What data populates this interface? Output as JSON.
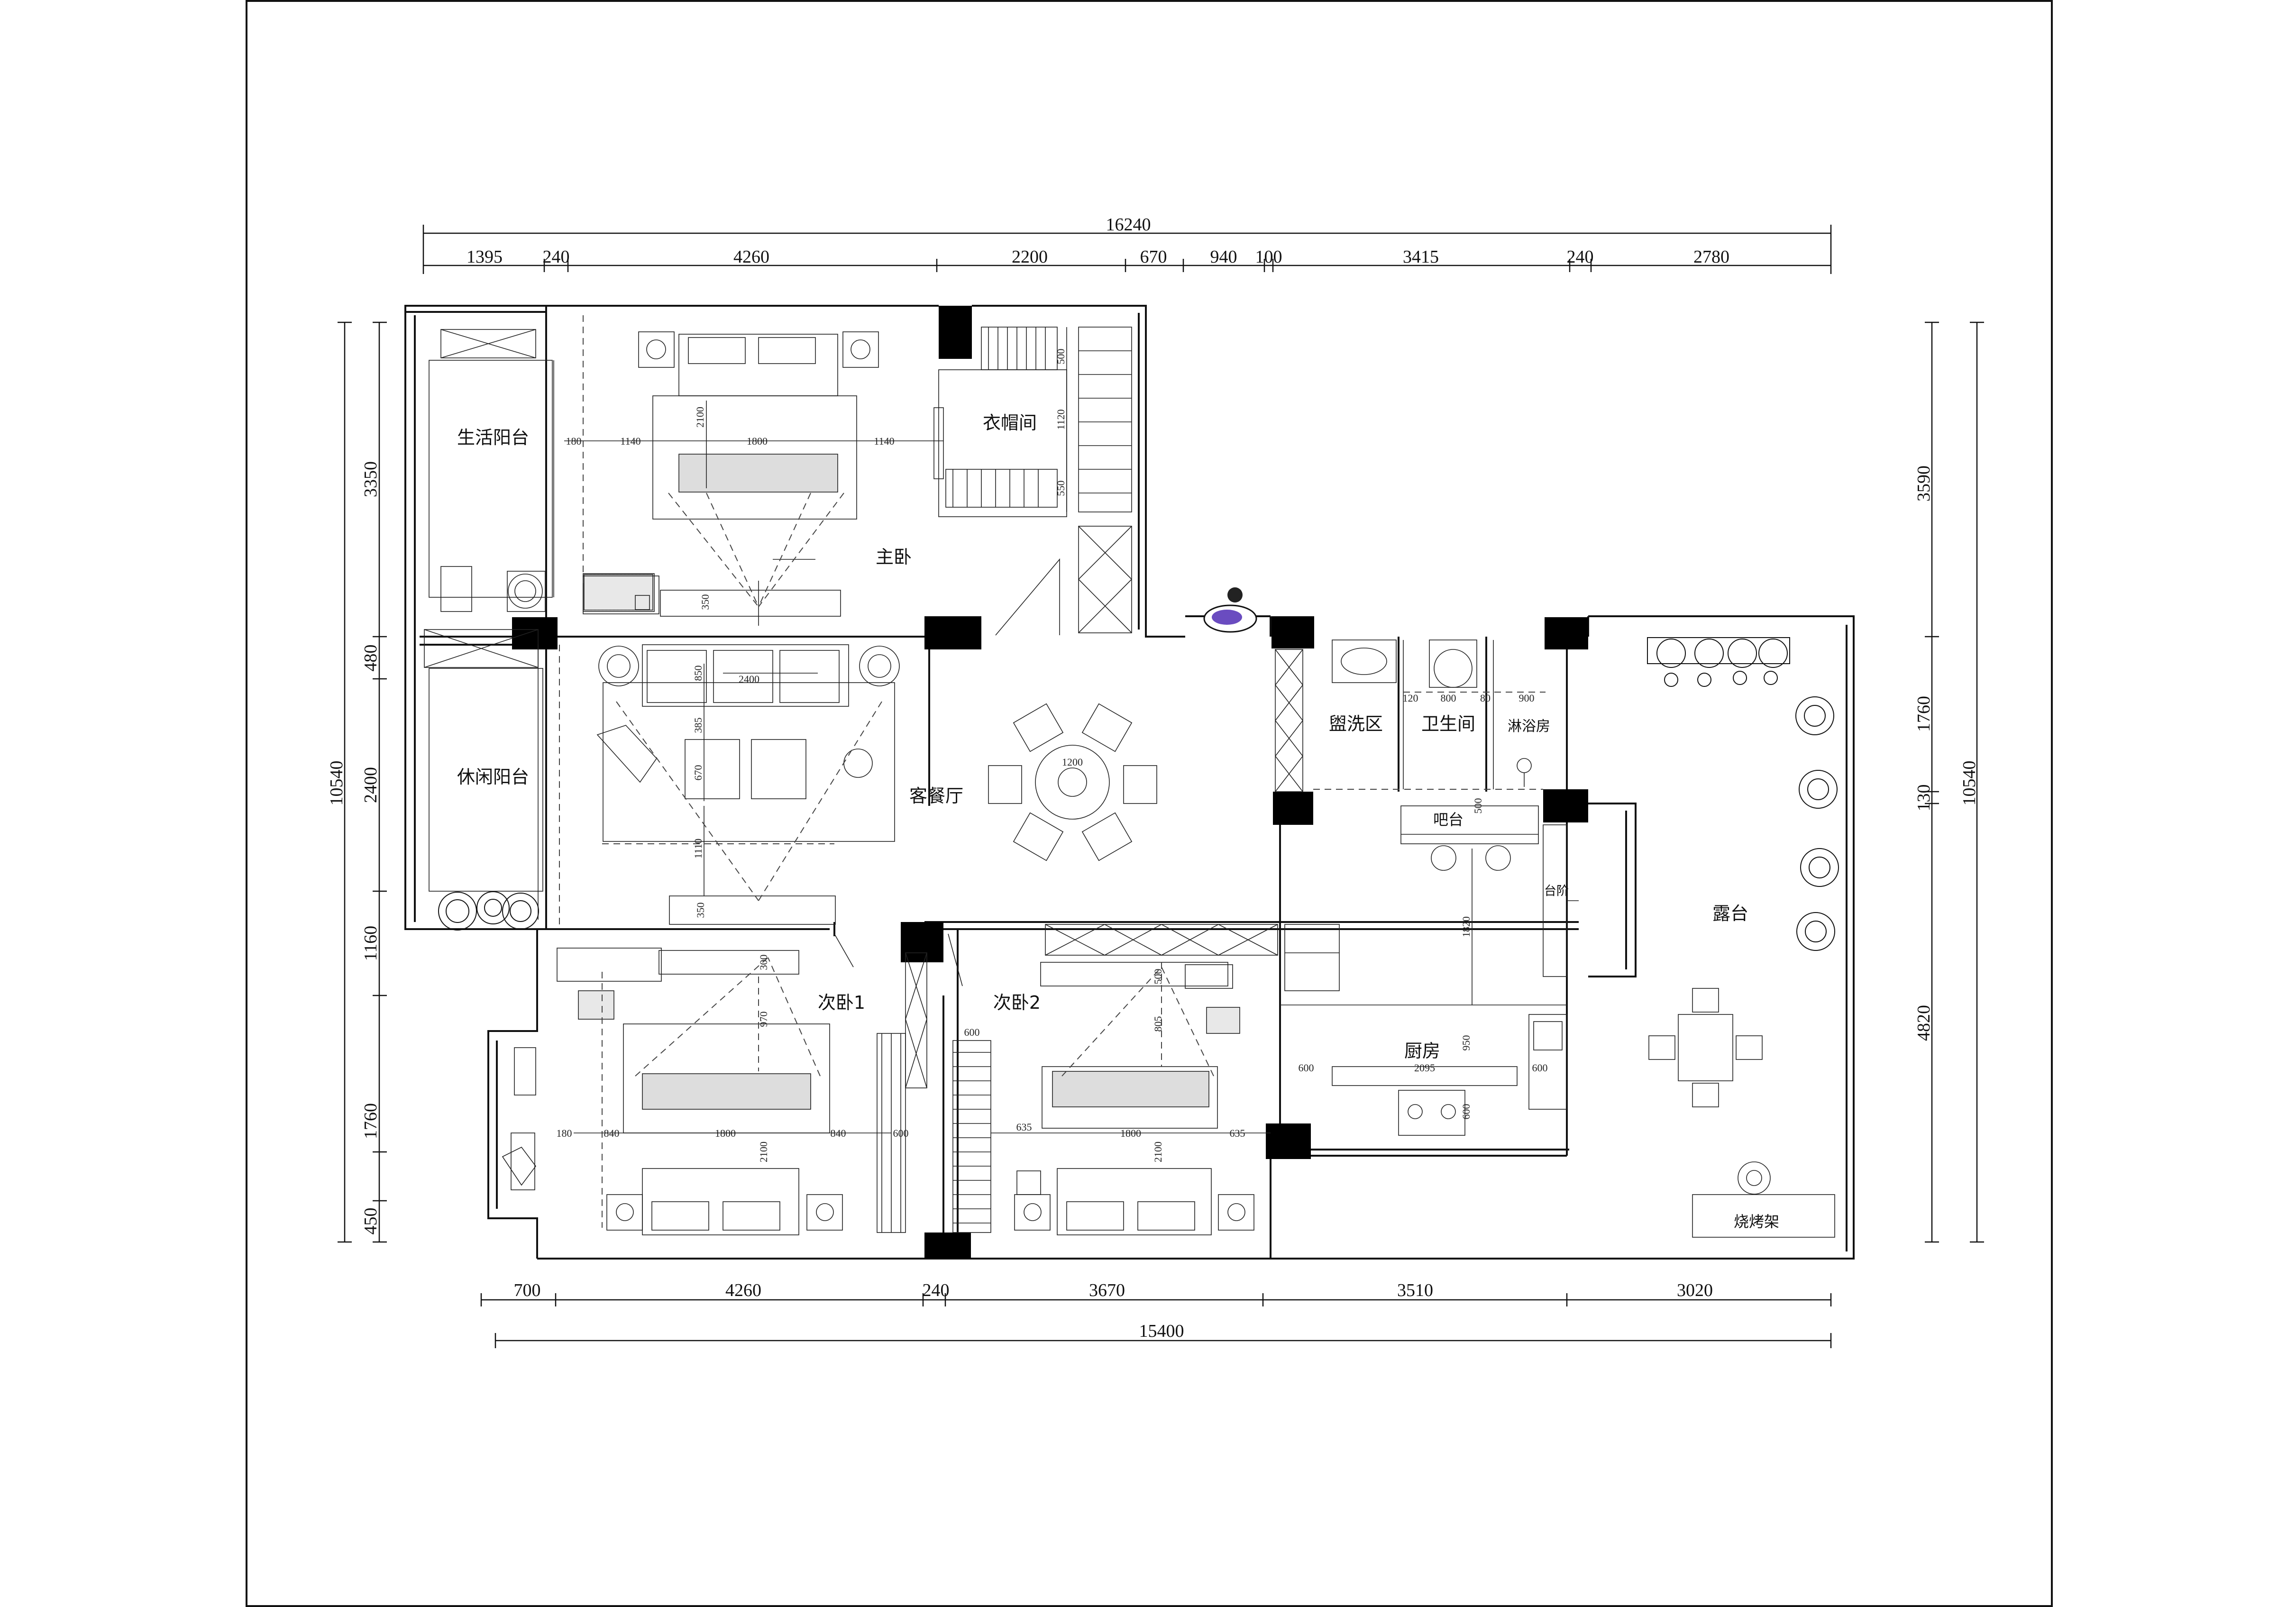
{
  "dimensions": {
    "top_total": "16240",
    "top_segments": [
      "1395",
      "240",
      "4260",
      "2200",
      "670",
      "940",
      "100",
      "3415",
      "240",
      "2780"
    ],
    "bottom_total": "15400",
    "bottom_segments": [
      "700",
      "4260",
      "240",
      "3670",
      "3510",
      "3020"
    ],
    "left_total": "10540",
    "left_segments": [
      "3350",
      "480",
      "2400",
      "1160",
      "1760",
      "450"
    ],
    "right_total": "10540",
    "right_segments": [
      "3590",
      "1760",
      "130",
      "4820"
    ]
  },
  "rooms": {
    "living_balcony": "生活阳台",
    "leisure_balcony": "休闲阳台",
    "master_bedroom": "主卧",
    "cloakroom": "衣帽间",
    "living_dining": "客餐厅",
    "wash_area": "盥洗区",
    "toilet": "卫生间",
    "shower": "淋浴房",
    "bar": "吧台",
    "steps": "台阶",
    "terrace": "露台",
    "second_bedroom_1": "次卧1",
    "second_bedroom_2": "次卧2",
    "kitchen": "厨房",
    "bbq_rack": "烧烤架"
  },
  "inner_dims": {
    "m_180": "180",
    "m_1140a": "1140",
    "m_1800": "1800",
    "m_1140b": "1140",
    "m_2100": "2100",
    "m_350": "350",
    "c_500": "500",
    "c_1120": "1120",
    "c_550": "550",
    "l_2400": "2400",
    "l_850": "850",
    "l_385": "385",
    "l_670": "670",
    "l_1110": "1110",
    "l_350": "350",
    "t_1200": "1200",
    "b1_180": "180",
    "b1_840a": "840",
    "b1_1800": "1800",
    "b1_840b": "840",
    "b1_2100": "2100",
    "b1_970": "970",
    "b1_300": "300",
    "b1_600": "600",
    "b2_600": "600",
    "b2_635a": "635",
    "b2_1800": "1800",
    "b2_635b": "635",
    "b2_2100": "2100",
    "b2_805": "805",
    "b2_500": "500",
    "r_120": "120",
    "r_800": "800",
    "r_80": "80",
    "r_900": "900",
    "r_500": "500",
    "r_1820": "1820",
    "k_600a": "600",
    "k_2095": "2095",
    "k_950": "950",
    "k_600b": "600",
    "k_600c": "600"
  }
}
